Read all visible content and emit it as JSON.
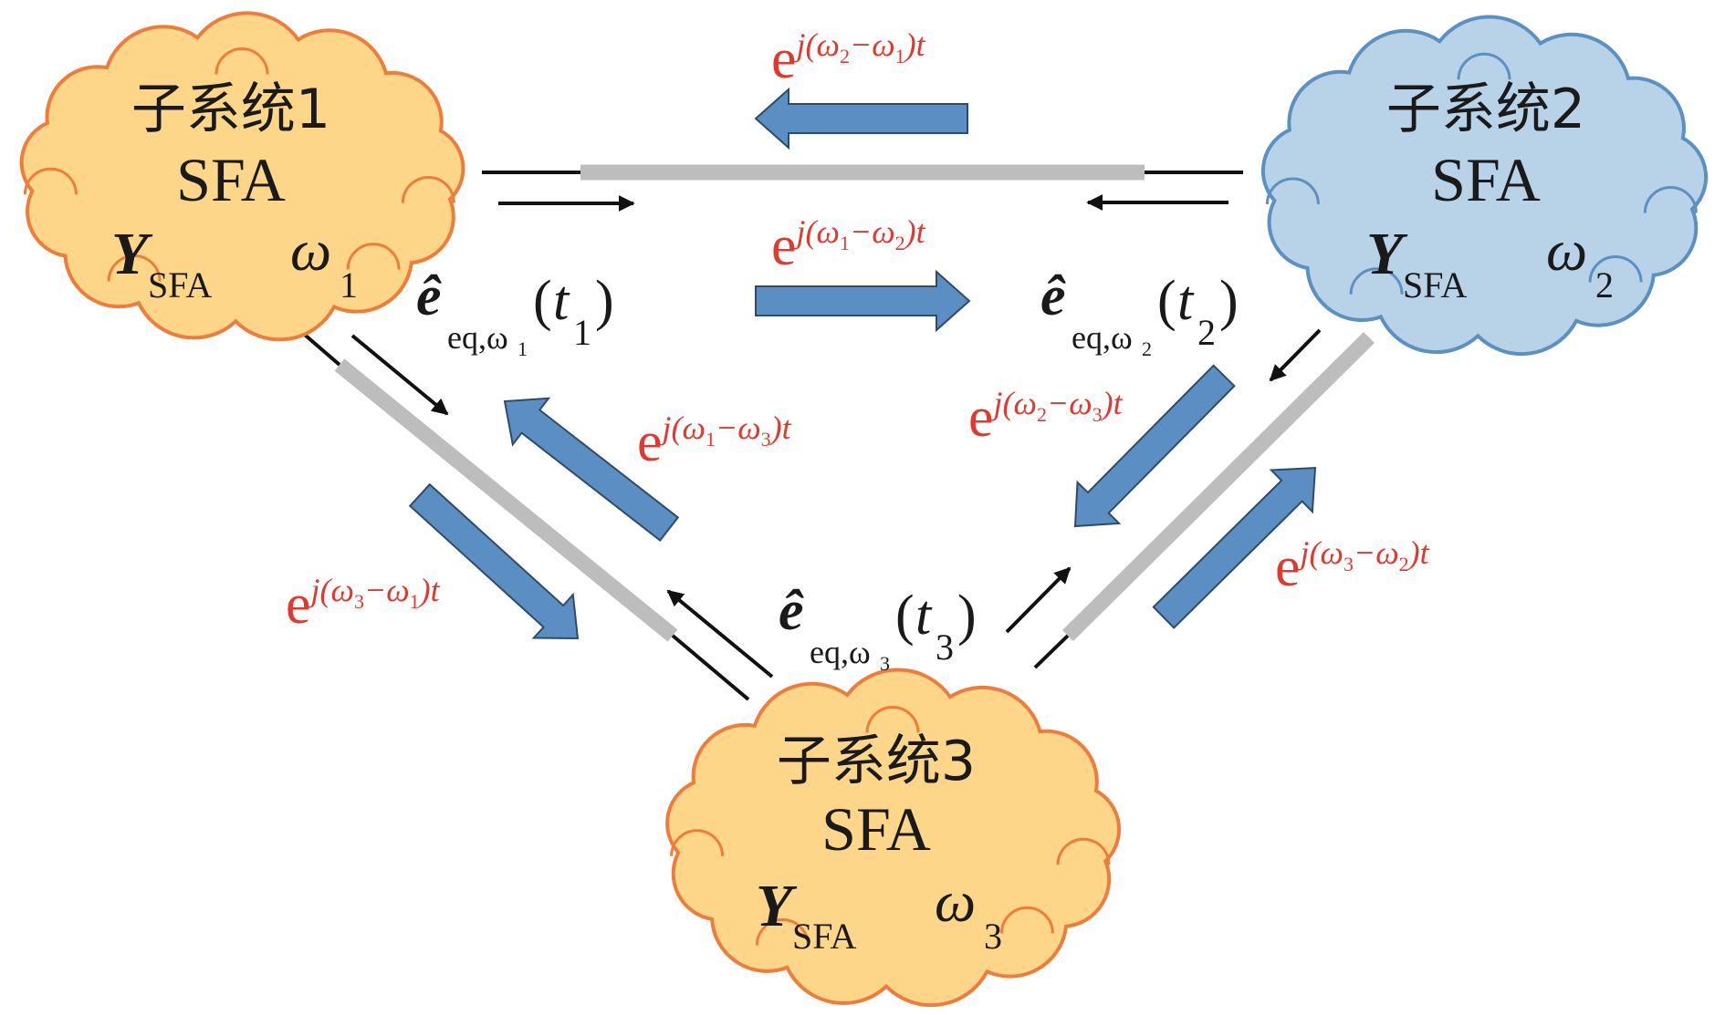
{
  "diagram": {
    "title": "Three subsystem SFA interconnection",
    "colors": {
      "subsystem_orange_fill": "#fdd68a",
      "subsystem_orange_stroke": "#ee7d3b",
      "subsystem_blue_fill": "#b8d2e8",
      "subsystem_blue_stroke": "#5a91c2",
      "signal_arrow": "#5b8fc3",
      "label_red": "#e03a2f",
      "line_gray": "#bdbdbd"
    },
    "subsystems": [
      {
        "id": "1",
        "name": "子系统1",
        "model": "SFA",
        "admittance_symbol": "Y",
        "admittance_sub": "SFA",
        "freq_symbol": "ω",
        "freq_sub": "1",
        "color": "orange"
      },
      {
        "id": "2",
        "name": "子系统2",
        "model": "SFA",
        "admittance_symbol": "Y",
        "admittance_sub": "SFA",
        "freq_symbol": "ω",
        "freq_sub": "2",
        "color": "blue"
      },
      {
        "id": "3",
        "name": "子系统3",
        "model": "SFA",
        "admittance_symbol": "Y",
        "admittance_sub": "SFA",
        "freq_symbol": "ω",
        "freq_sub": "3",
        "color": "orange"
      }
    ],
    "equivalent_sources": [
      {
        "base": "ê",
        "sub": "eq,ω",
        "sub_idx": "1",
        "arg": "t",
        "arg_idx": "1"
      },
      {
        "base": "ê",
        "sub": "eq,ω",
        "sub_idx": "2",
        "arg": "t",
        "arg_idx": "2"
      },
      {
        "base": "ê",
        "sub": "eq,ω",
        "sub_idx": "3",
        "arg": "t",
        "arg_idx": "3"
      }
    ],
    "shift_labels": [
      {
        "from": "1",
        "to": "2",
        "base": "e",
        "exp_a": "j(ω",
        "a_idx": "2",
        "minus": "−ω",
        "b_idx": "1",
        "tail": ")t"
      },
      {
        "from": "2",
        "to": "1",
        "base": "e",
        "exp_a": "j(ω",
        "a_idx": "1",
        "minus": "−ω",
        "b_idx": "2",
        "tail": ")t"
      },
      {
        "from": "1",
        "to": "3",
        "base": "e",
        "exp_a": "j(ω",
        "a_idx": "3",
        "minus": "−ω",
        "b_idx": "1",
        "tail": ")t"
      },
      {
        "from": "3",
        "to": "1",
        "base": "e",
        "exp_a": "j(ω",
        "a_idx": "1",
        "minus": "−ω",
        "b_idx": "3",
        "tail": ")t"
      },
      {
        "from": "2",
        "to": "3",
        "base": "e",
        "exp_a": "j(ω",
        "a_idx": "2",
        "minus": "−ω",
        "b_idx": "3",
        "tail": ")t"
      },
      {
        "from": "3",
        "to": "2",
        "base": "e",
        "exp_a": "j(ω",
        "a_idx": "3",
        "minus": "−ω",
        "b_idx": "2",
        "tail": ")t"
      }
    ]
  }
}
